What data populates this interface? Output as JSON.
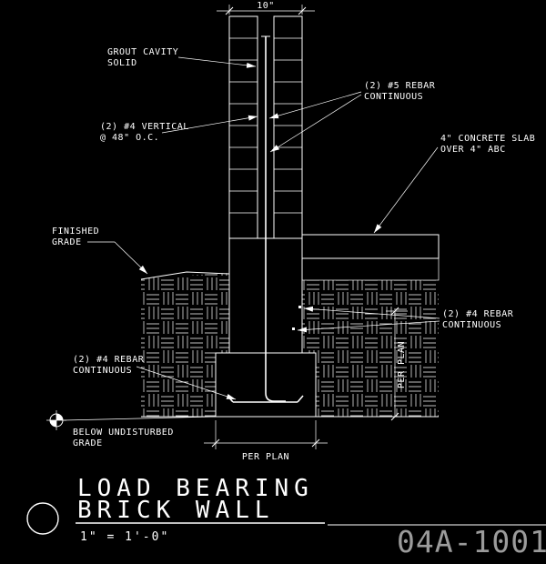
{
  "colors": {
    "background": "#000000",
    "line": "#ffffff",
    "sheet_number": "#9b9b9b"
  },
  "dimensions": {
    "wall_width": "10\"",
    "footing_width": "PER PLAN",
    "footing_depth": "PER PLAN"
  },
  "labels": {
    "grout_cavity": [
      "GROUT CAVITY",
      "SOLID"
    ],
    "vertical_rebar": [
      "(2) #4 VERTICAL",
      "@ 48\" O.C."
    ],
    "rebar5": [
      "(2) #5 REBAR",
      "CONTINUOUS"
    ],
    "slab": [
      "4\" CONCRETE SLAB",
      "OVER 4\" ABC"
    ],
    "finished_grade": [
      "FINISHED",
      "GRADE"
    ],
    "rebar4_right": [
      "(2) #4 REBAR",
      "CONTINUOUS"
    ],
    "rebar4_left": [
      "(2) #4 REBAR",
      "CONTINUOUS"
    ],
    "below_grade": [
      "BELOW UNDISTURBED",
      "GRADE"
    ]
  },
  "title": {
    "line1": "LOAD BEARING",
    "line2": "BRICK WALL",
    "scale": "1\" = 1'-0\"",
    "sheet_number": "04A-1001"
  }
}
